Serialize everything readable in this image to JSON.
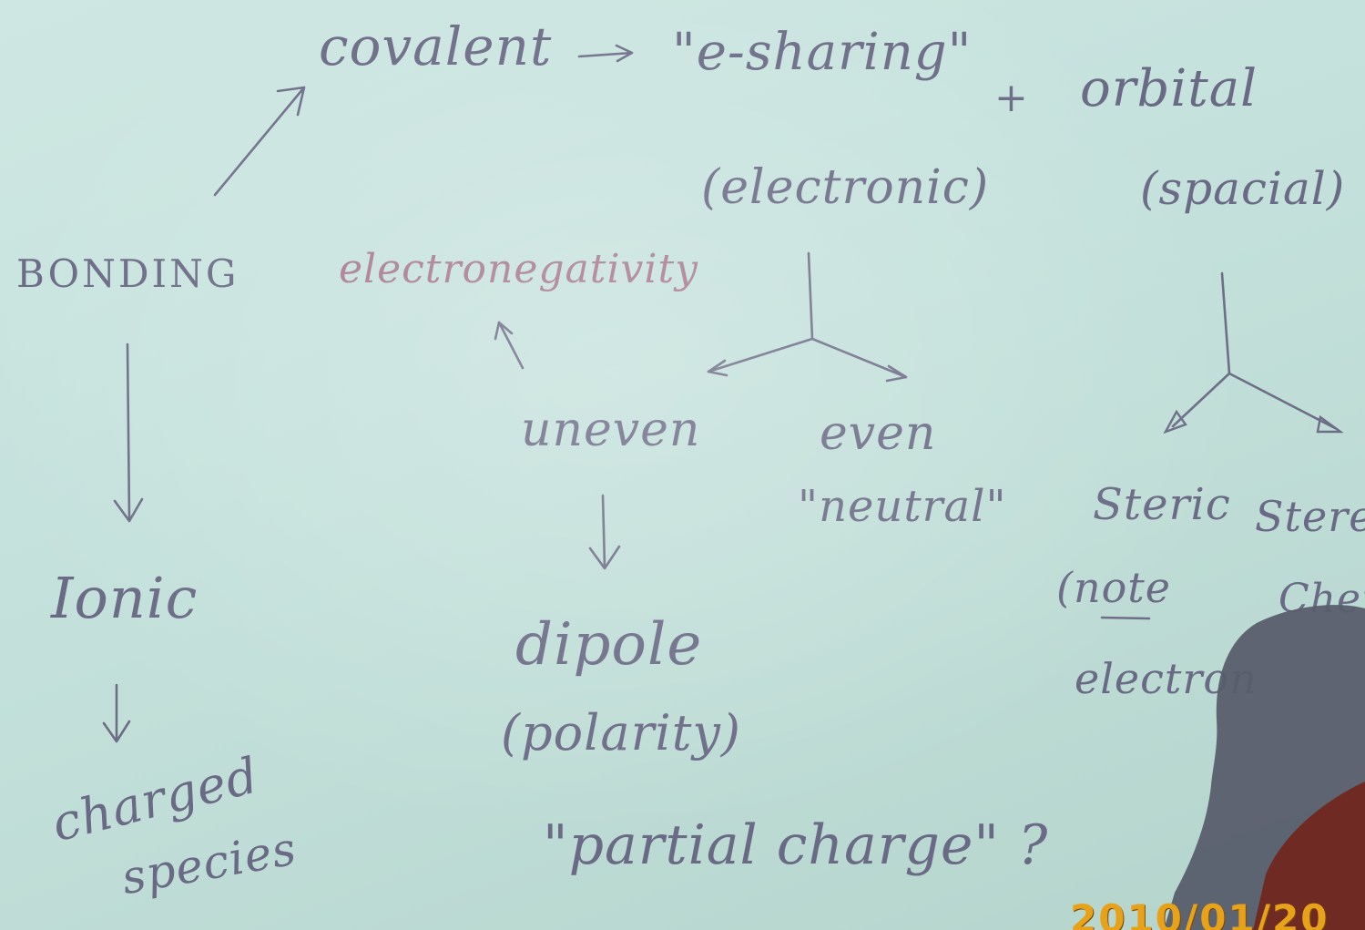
{
  "board": {
    "covalent": "covalent",
    "e_sharing": "\"e-sharing\"",
    "plus": "+",
    "orbital": "orbital",
    "electronic": "(electronic)",
    "spacial": "(spacial)",
    "bonding": "BONDING",
    "electronegativity": "electronegativity",
    "uneven": "uneven",
    "even": "even",
    "neutral": "\"neutral\"",
    "steric": "Steric",
    "stereo": "Stereo",
    "note": "(note",
    "chem": "Chem",
    "electron": "electron",
    "ionic": "Ionic",
    "dipole": "dipole",
    "polarity": "(polarity)",
    "charged": "charged",
    "species": "species",
    "partial_charge": "\"partial charge\" ?"
  },
  "timestamp": "2010/01/20"
}
